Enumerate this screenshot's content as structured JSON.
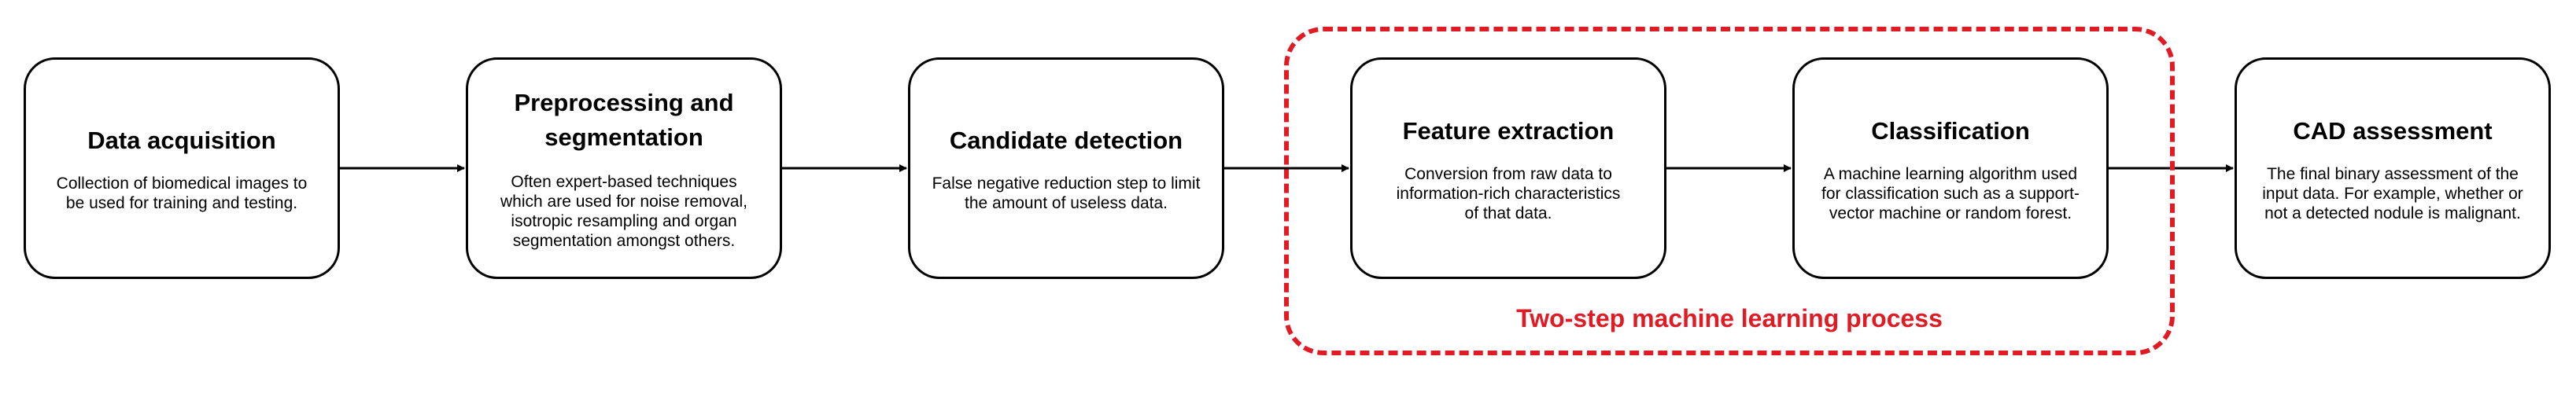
{
  "stages": [
    {
      "title": "Data acquisition",
      "description": "Collection of biomedical images to be used for training and testing."
    },
    {
      "title": "Preprocessing and segmentation",
      "description": "Often expert-based techniques which are used for noise removal, isotropic resampling and organ segmentation amongst others."
    },
    {
      "title": "Candidate detection",
      "description": "False negative reduction step to limit the amount of useless data."
    },
    {
      "title": "Feature extraction",
      "description": "Conversion from raw data to information-rich characteristics of that data."
    },
    {
      "title": "Classification",
      "description": "A machine learning algorithm used for classification such as a support-vector machine or random forest."
    },
    {
      "title": "CAD assessment",
      "description": "The final binary assessment of the input data. For example, whether or not a detected nodule is malignant."
    }
  ],
  "group": {
    "label": "Two-step machine learning process",
    "color": "#e01b24"
  }
}
